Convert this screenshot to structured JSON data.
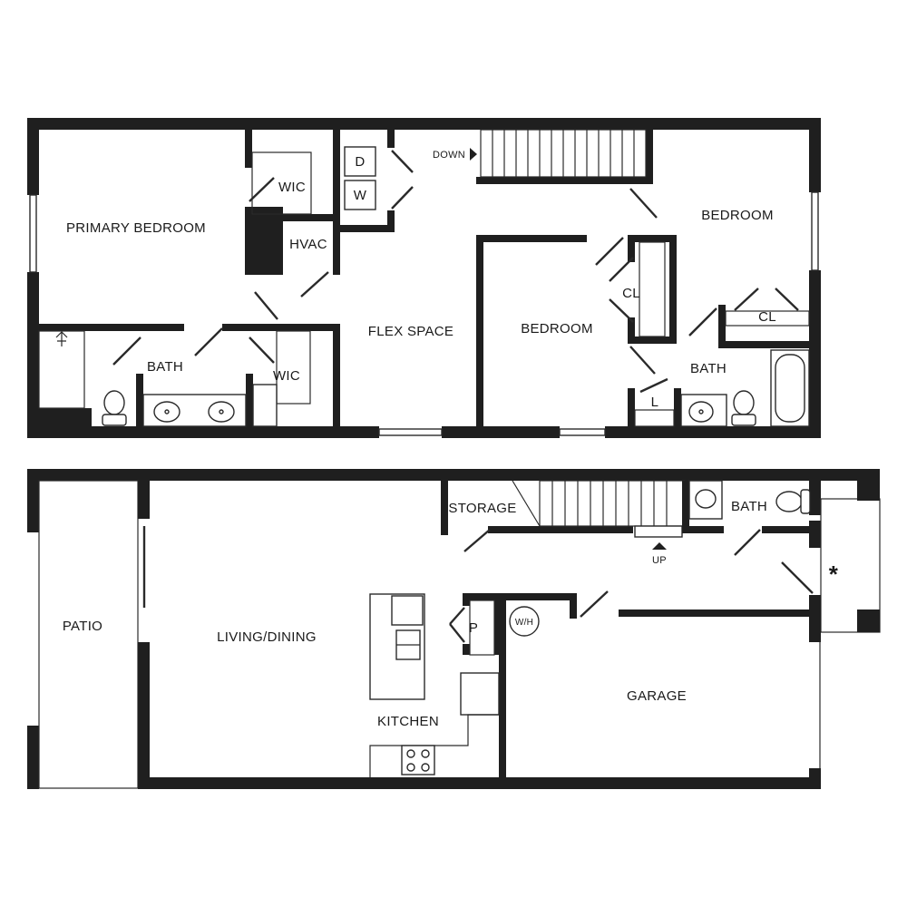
{
  "upper_floor": {
    "rooms": {
      "primary_bedroom": "PRIMARY BEDROOM",
      "wic_top": "WIC",
      "hvac": "HVAC",
      "dryer": "D",
      "washer": "W",
      "down": "DOWN",
      "bedroom_right": "BEDROOM",
      "flex_space": "FLEX SPACE",
      "bedroom_middle": "BEDROOM",
      "closet_middle": "CL",
      "closet_right": "CL",
      "bath_left": "BATH",
      "wic_bottom": "WIC",
      "bath_right": "BATH",
      "linen": "L"
    }
  },
  "lower_floor": {
    "rooms": {
      "storage": "STORAGE",
      "bath": "BATH",
      "up": "UP",
      "patio": "PATIO",
      "living_dining": "LIVING/DINING",
      "pantry": "P",
      "water_heater": "W/H",
      "kitchen": "KITCHEN",
      "garage": "GARAGE",
      "entry_marker": "*"
    }
  }
}
